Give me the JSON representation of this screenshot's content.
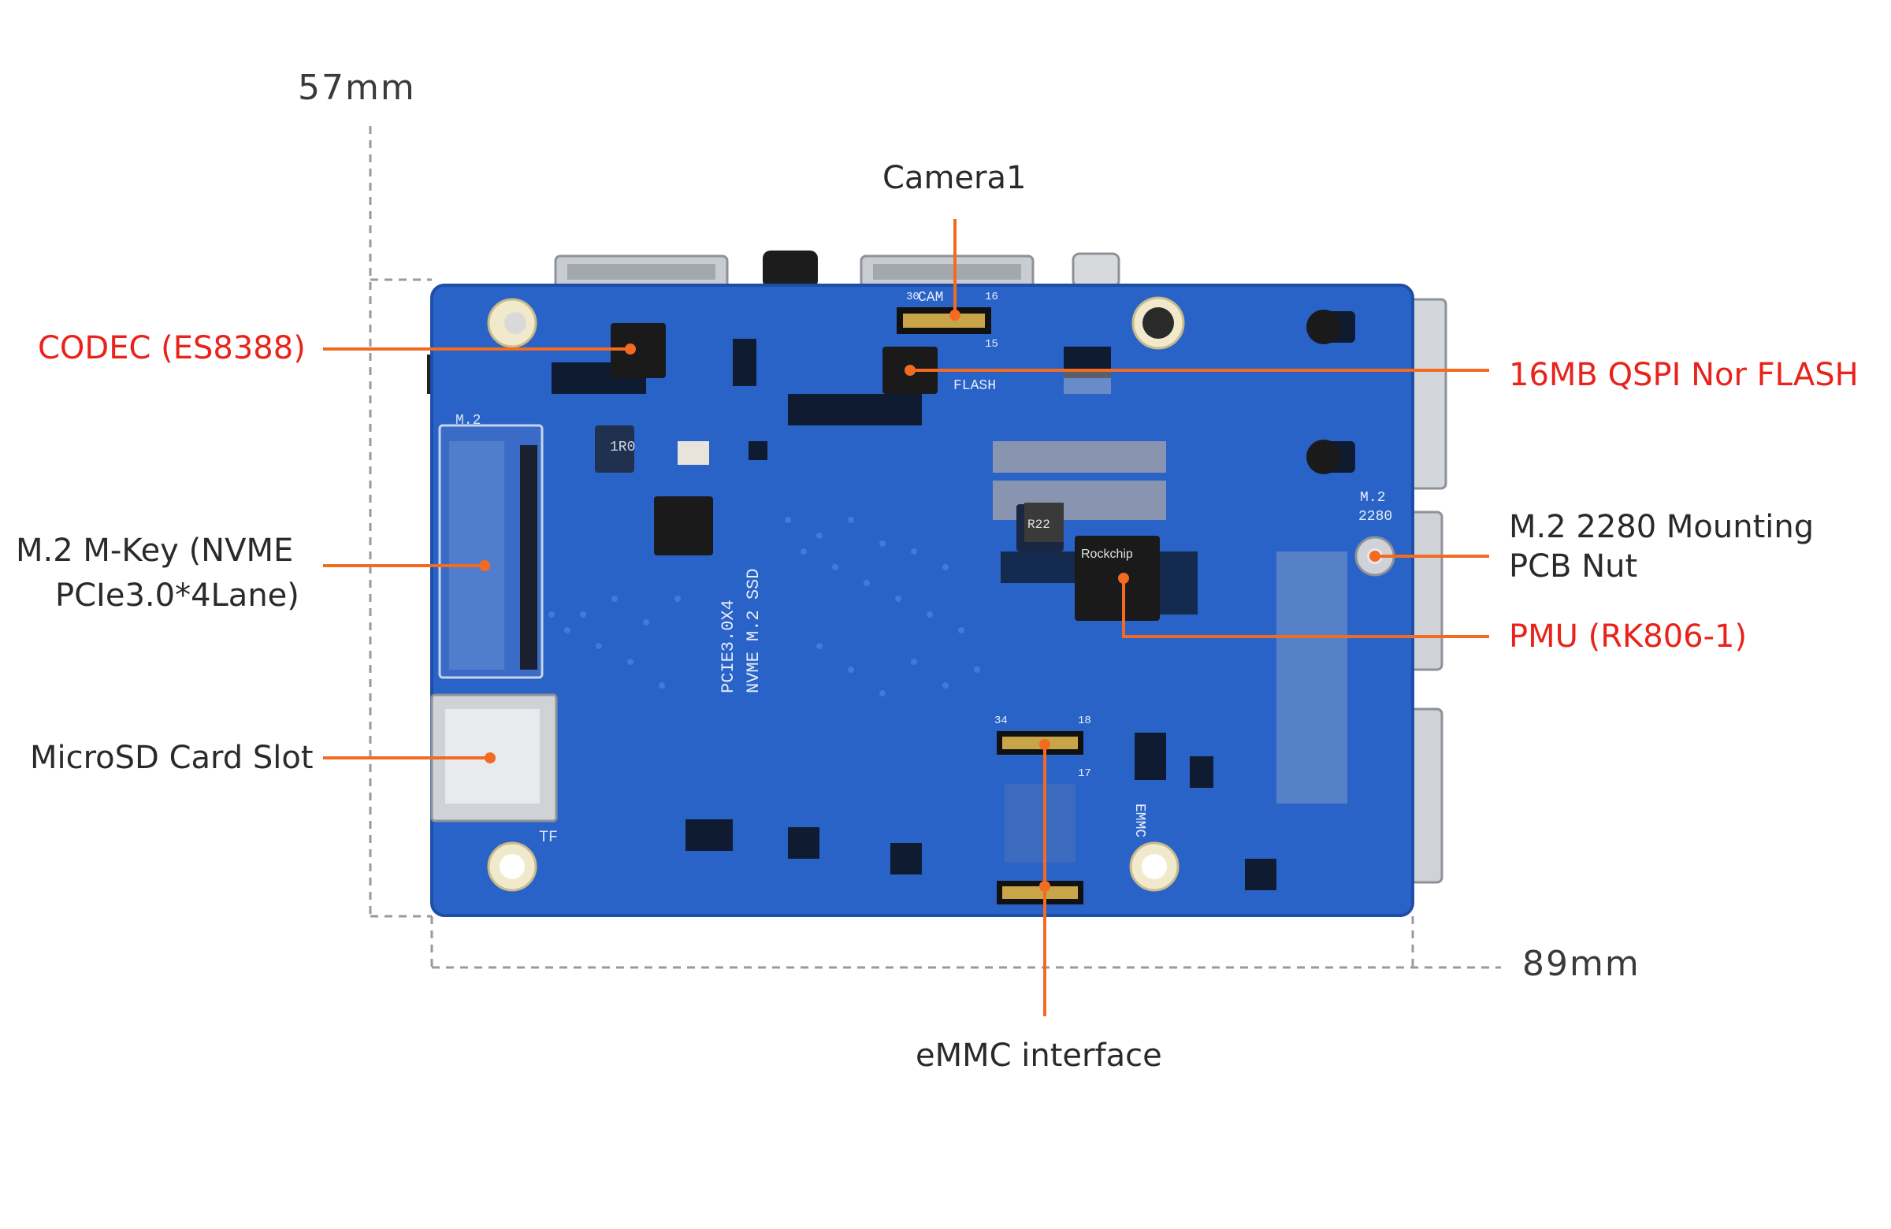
{
  "dimensions": {
    "height": "57mm",
    "width": "89mm"
  },
  "colors": {
    "highlight": "#e8231b",
    "leader_line": "#f26b21",
    "pcb": "#2a63c8",
    "text": "#2a2a2a"
  },
  "labels": {
    "camera": "Camera1",
    "codec": "CODEC (ES8388)",
    "flash": "16MB QSPI Nor FLASH",
    "m2_mkey_line1": "M.2 M-Key (NVME",
    "m2_mkey_line2": "PCIe3.0*4Lane)",
    "m2_nut_line1": "M.2 2280 Mounting",
    "m2_nut_line2": "PCB Nut",
    "pmu": "PMU (RK806-1)",
    "microsd": "MicroSD Card Slot",
    "emmc": "eMMC interface"
  },
  "silkscreen": {
    "cam": "CAM",
    "flash": "FLASH",
    "m2": "M.2",
    "m2_2280": "M.2\n2280",
    "pcie": "PCIE3.0X4",
    "nvme": "NVME M.2 SSD",
    "emmc": "EMMC",
    "tf": "TF",
    "pin30": "30",
    "pin16": "16",
    "pin15": "15",
    "pin34": "34",
    "pin18": "18",
    "pin17": "17",
    "rockchip": "Rockchip",
    "r22": "R22",
    "r10": "1R0"
  }
}
